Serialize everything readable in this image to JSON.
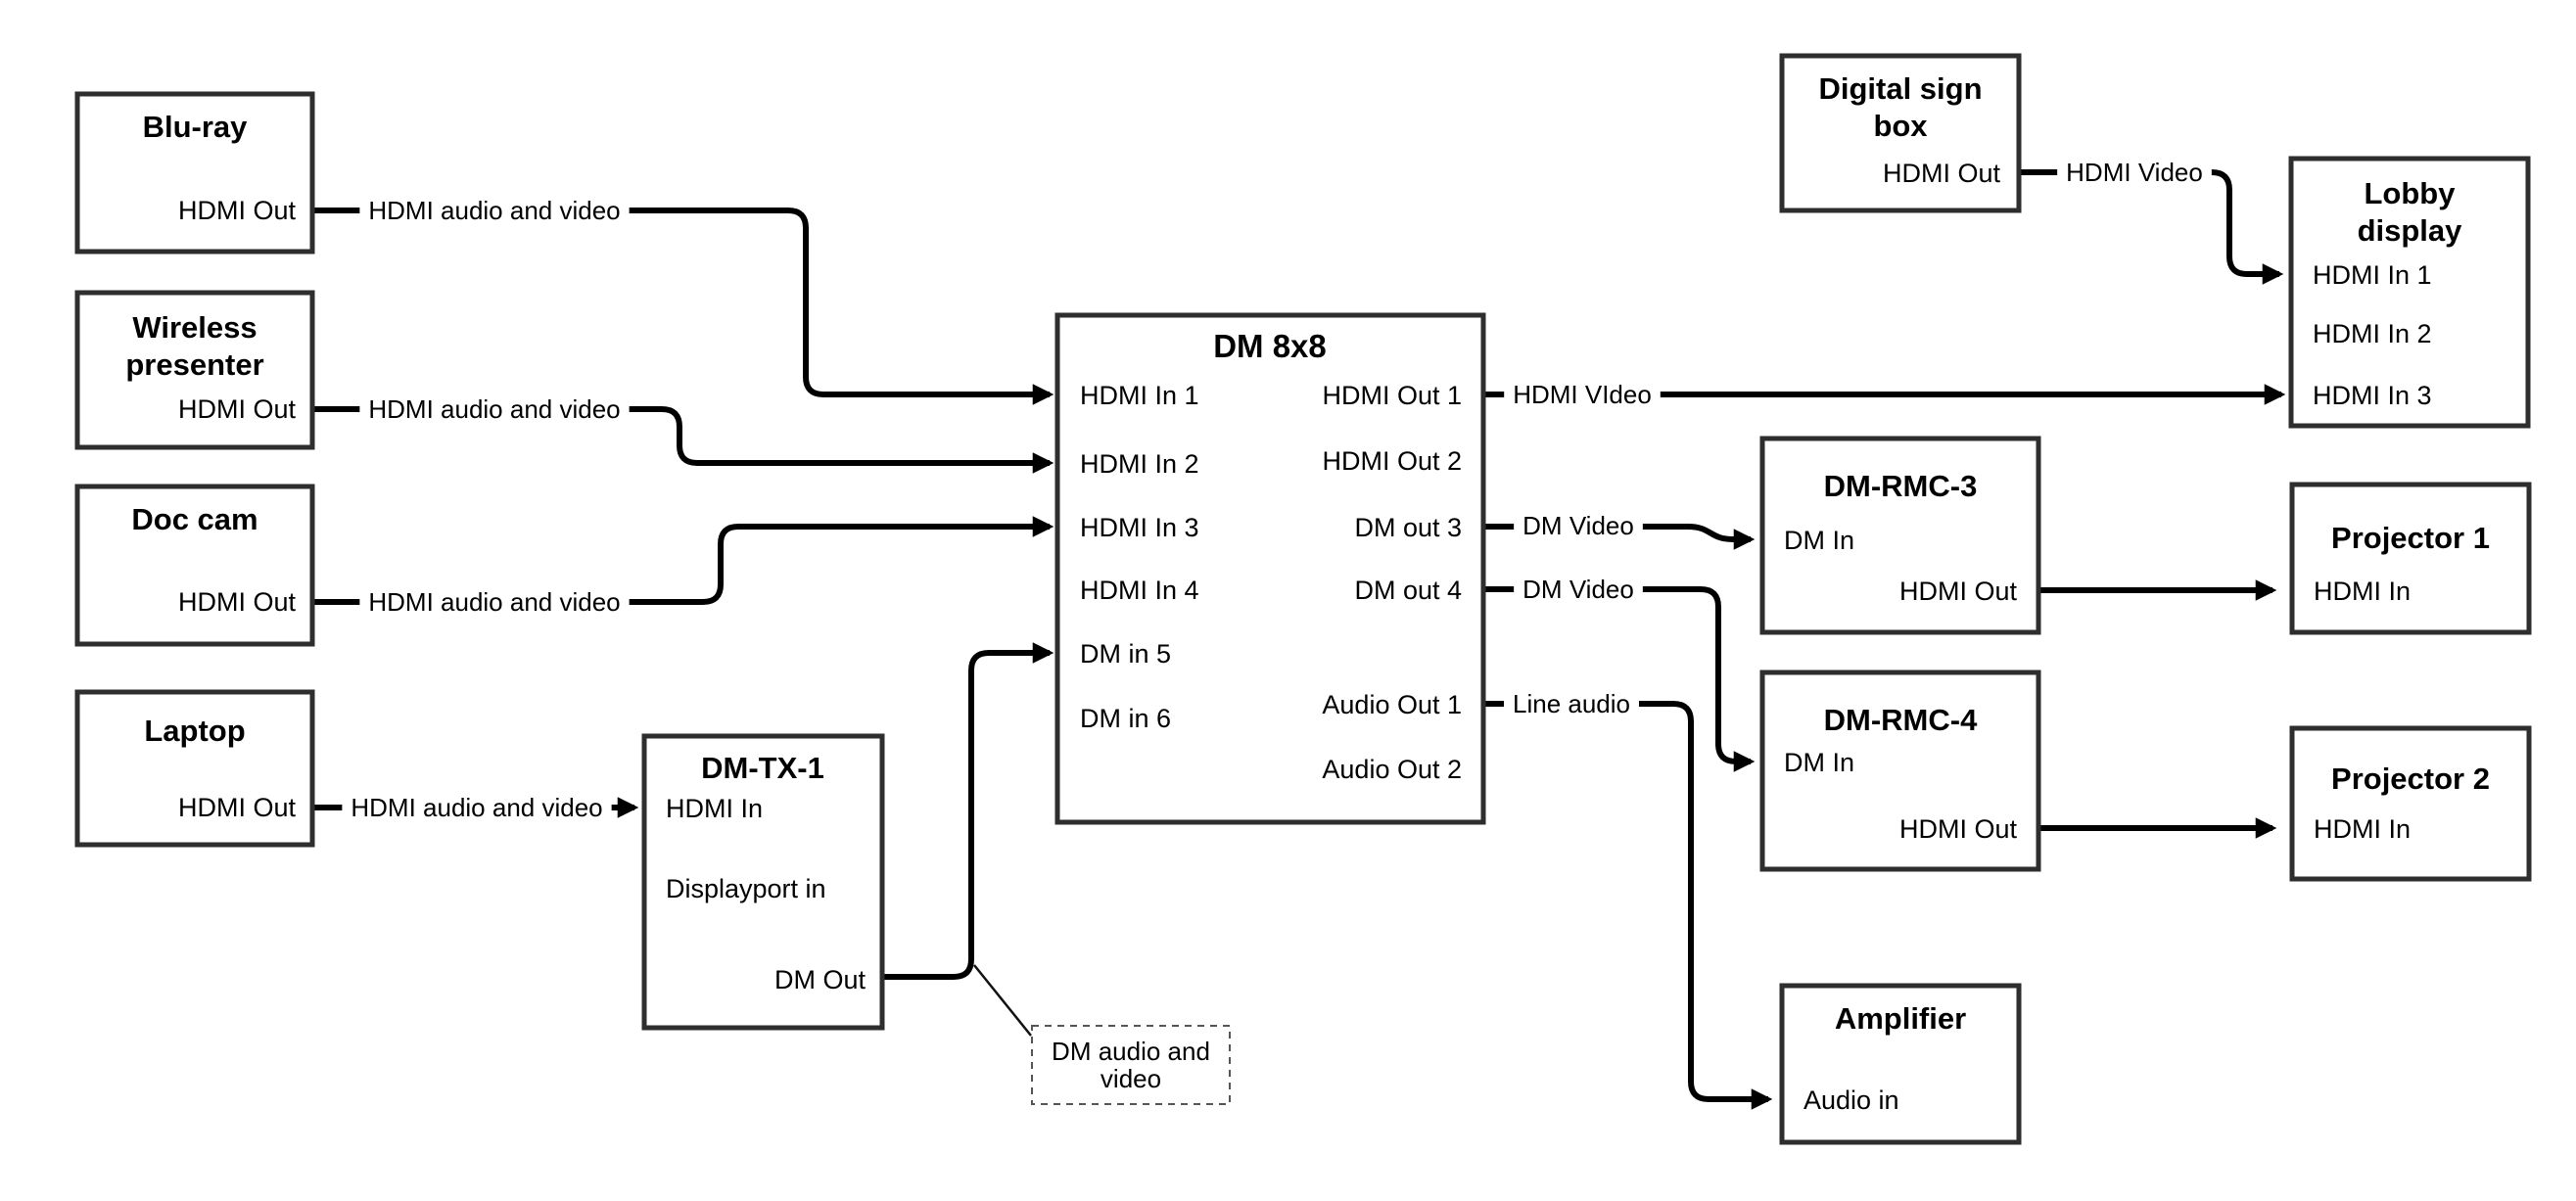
{
  "nodes": {
    "bluray": {
      "title": "Blu-ray",
      "ports": {
        "hdmi_out": "HDMI Out"
      }
    },
    "wireless": {
      "title_line1": "Wireless",
      "title_line2": "presenter",
      "ports": {
        "hdmi_out": "HDMI Out"
      }
    },
    "doccam": {
      "title": "Doc cam",
      "ports": {
        "hdmi_out": "HDMI Out"
      }
    },
    "laptop": {
      "title": "Laptop",
      "ports": {
        "hdmi_out": "HDMI Out"
      }
    },
    "dmtx1": {
      "title": "DM-TX-1",
      "ports": {
        "hdmi_in": "HDMI In",
        "displayport_in": "Displayport in",
        "dm_out": "DM Out"
      }
    },
    "dm8x8": {
      "title": "DM 8x8",
      "ports": {
        "in1": "HDMI In 1",
        "in2": "HDMI In 2",
        "in3": "HDMI In 3",
        "in4": "HDMI In 4",
        "in5": "DM in 5",
        "in6": "DM in 6",
        "out1": "HDMI Out 1",
        "out2": "HDMI Out 2",
        "out3": "DM out 3",
        "out4": "DM out 4",
        "audio1": "Audio Out 1",
        "audio2": "Audio Out 2"
      }
    },
    "digitalsign": {
      "title_line1": "Digital sign",
      "title_line2": "box",
      "ports": {
        "hdmi_out": "HDMI Out"
      }
    },
    "lobby": {
      "title_line1": "Lobby",
      "title_line2": "display",
      "ports": {
        "in1": "HDMI In 1",
        "in2": "HDMI In 2",
        "in3": "HDMI In 3"
      }
    },
    "dmrmc3": {
      "title": "DM-RMC-3",
      "ports": {
        "dm_in": "DM In",
        "hdmi_out": "HDMI Out"
      }
    },
    "proj1": {
      "title": "Projector 1",
      "ports": {
        "hdmi_in": "HDMI In"
      }
    },
    "dmrmc4": {
      "title": "DM-RMC-4",
      "ports": {
        "dm_in": "DM In",
        "hdmi_out": "HDMI Out"
      }
    },
    "proj2": {
      "title": "Projector 2",
      "ports": {
        "hdmi_in": "HDMI In"
      }
    },
    "amplifier": {
      "title": "Amplifier",
      "ports": {
        "audio_in": "Audio in"
      }
    }
  },
  "edge_labels": {
    "bluray_line": "HDMI audio and video",
    "wireless_line": "HDMI audio and video",
    "doccam_line": "HDMI audio and video",
    "laptop_line": "HDMI audio and video",
    "sign_line": "HDMI Video",
    "out1_line": "HDMI VIdeo",
    "out3_line": "DM Video",
    "out4_line": "DM Video",
    "audio1_line": "Line audio"
  },
  "note": {
    "line1": "DM audio and",
    "line2": "video"
  },
  "colors": {
    "line": "#000000",
    "box_border": "#2e2e2e",
    "text": "#000000",
    "background": "#ffffff"
  }
}
